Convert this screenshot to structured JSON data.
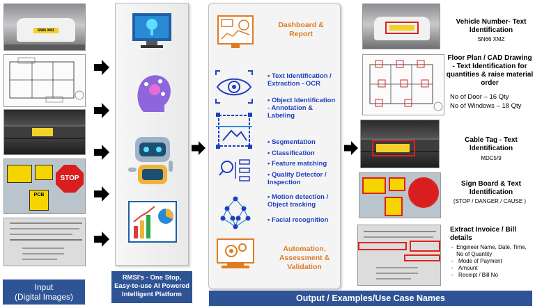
{
  "left": {
    "caption_line1": "Input",
    "caption_line2": "(Digital Images)",
    "sign_text": "STOP",
    "pcb_text": "PCB",
    "plate_text": "SN66 XMZ"
  },
  "platform": {
    "caption": "RMSI’s - One Stop, Easy-to-use AI Powered Intelligent Platform"
  },
  "center": {
    "dashboard": "Dashboard & Report",
    "bullets": [
      "• Text Identification / Extraction - OCR",
      "• Object Identification - Annotation & Labeling",
      "• Segmentation",
      "• Classification",
      "• Feature matching",
      "• Quality Detector / Inspection",
      "• Motion detection / Object tracking",
      "• Facial recognition"
    ],
    "automation": "Automation, Assessment & Validation",
    "footer": "Output / Examples/Use Case Names"
  },
  "right": {
    "vehicle_title": "Vehicle Number- Text Identification",
    "vehicle_sub": "SN66 XMZ",
    "floor_title": "Floor Plan / CAD Drawing - Text Identification for quantities & raise material order",
    "floor_line1": "No of Door – 16 Qty",
    "floor_line2": "No of Windows – 18 Qty",
    "cable_title": "Cable Tag - Text Identification",
    "cable_sub": "MDC5/9",
    "sign_title": "Sign Board & Text Identification",
    "sign_sub": "(STOP / DANGER / CAUSE )",
    "invoice_title": "Extract Invoice / Bill details",
    "invoice_items": [
      "Engineer Name, Date, Time, No of Quantity",
      "Mode of Payment",
      "Amount",
      "Receipt / Bill No"
    ]
  },
  "colors": {
    "accent_blue": "#2f5496",
    "bullet_blue": "#1f3fbf",
    "orange": "#e07b22",
    "highlight_red": "#e0201b"
  }
}
